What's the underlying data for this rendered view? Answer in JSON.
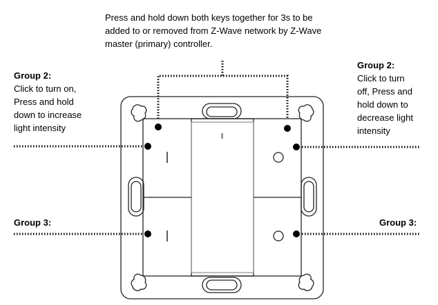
{
  "top_note": {
    "lines": [
      "Press and hold down both keys together for 3s to be",
      "added to or removed from Z-Wave network by Z-Wave",
      "master (primary) controller."
    ]
  },
  "left_group2": {
    "title": "Group 2:",
    "lines": [
      "Click to turn on,",
      "Press and hold",
      "down to increase",
      "light intensity"
    ]
  },
  "right_group2": {
    "title": "Group 2:",
    "lines": [
      "Click to turn",
      "off, Press and",
      "hold down to",
      "decrease light",
      "intensity"
    ]
  },
  "left_group3": {
    "title": "Group 3:"
  },
  "right_group3": {
    "title": "Group 3:"
  }
}
